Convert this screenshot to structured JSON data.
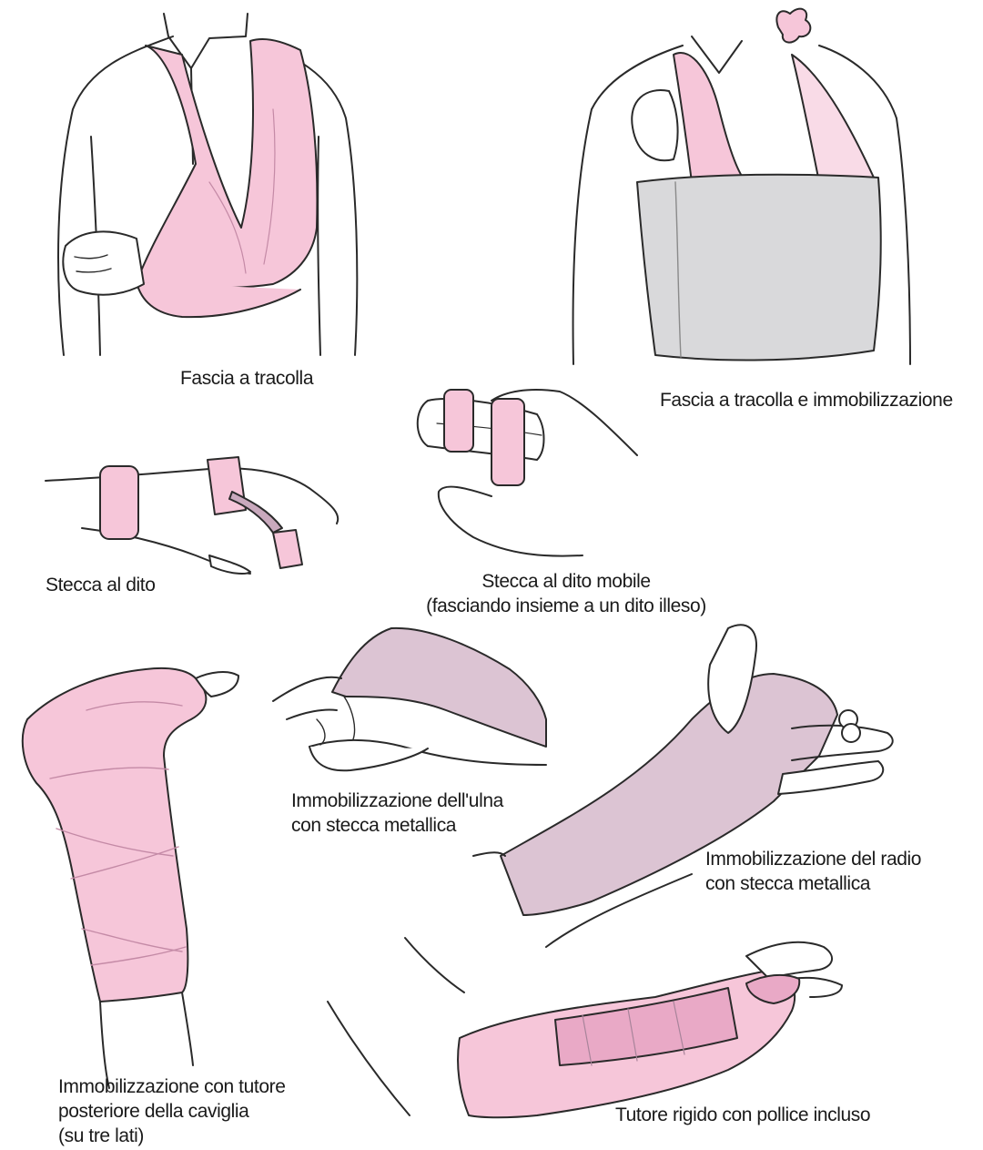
{
  "colors": {
    "bandage_pink": "#f6c6d9",
    "bandage_pink_dark": "#e9a9c6",
    "splint_mauve": "#dcc4d3",
    "splint_mauve_dark": "#c9a9bd",
    "wrap_gray": "#d9d9db",
    "skin": "#ffffff",
    "outline": "#2a2a2a"
  },
  "labels": {
    "sling": "Fascia a tracolla",
    "sling_immobilization": "Fascia a tracolla e immobilizzazione",
    "finger_splint": "Stecca al dito",
    "buddy_tape": [
      "Stecca al dito mobile",
      "(fasciando insieme a un dito illeso)"
    ],
    "ulnar_splint": [
      "Immobilizzazione dell'ulna",
      "con stecca metallica"
    ],
    "radial_splint": [
      "Immobilizzazione del radio",
      "con stecca metallica"
    ],
    "ankle_splint": [
      "Immobilizzazione con tutore",
      "posteriore della caviglia",
      "(su tre lati)"
    ],
    "thumb_spica": "Tutore rigido con pollice incluso"
  }
}
